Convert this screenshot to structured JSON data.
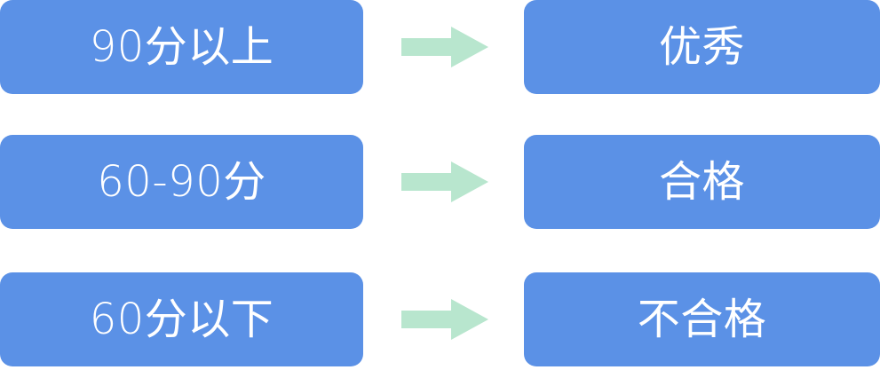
{
  "diagram": {
    "type": "flow-mapping",
    "background_color": "#ffffff",
    "box_color": "#5B91E6",
    "arrow_color": "#B8E6CE",
    "text_color": "#ffffff",
    "rows": [
      {
        "condition": "90分以上",
        "arrow": "right-arrow-icon",
        "result": "优秀"
      },
      {
        "condition": "60-90分",
        "arrow": "right-arrow-icon",
        "result": "合格"
      },
      {
        "condition": "60分以下",
        "arrow": "right-arrow-icon",
        "result": "不合格"
      }
    ]
  }
}
